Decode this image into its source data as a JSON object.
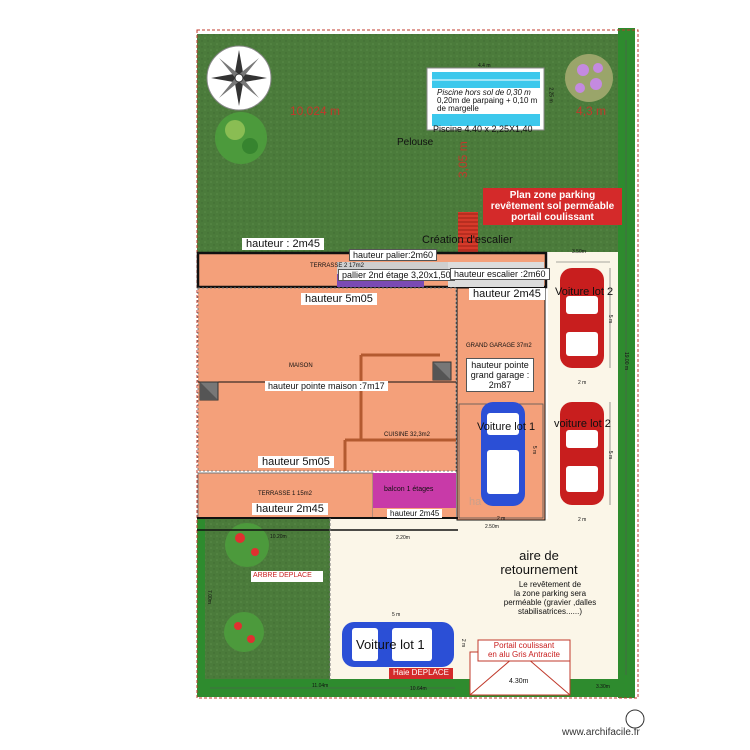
{
  "plan": {
    "pool": {
      "title_line1": "Piscine hors sol de 0,30 m",
      "title_line2": "0,20m de parpaing + 0,10 m",
      "title_line3": "de margelle",
      "size_label": "Piscine 4.40 x 2,25X1,40",
      "dim_width": "4.4 m",
      "dim_height": "2.25 m"
    },
    "lawn_label": "Pelouse",
    "dim_10": "10,024 m",
    "dim_43": "4,3 m",
    "dim_305": "3,05 m",
    "parking_plan": {
      "line1": "Plan zone parking",
      "line2": "revêtement sol perméable",
      "line3": "portail coulissant"
    },
    "stair_creation": "Création d'escalier",
    "terrace2": "TERRASSE 2 17m2",
    "hauteur_2m45_top": "hauteur : 2m45",
    "hauteur_palier": "hauteur palier:2m60",
    "palier_2nd": "pallier 2nd étage 3,20x1,50",
    "hauteur_escalier": "hauteur escalier :2m60",
    "hauteur_5m05_top": "hauteur 5m05",
    "hauteur_2m45_garage": "hauteur 2m45",
    "maison_label": "MAISON",
    "hauteur_pointe_maison": "hauteur pointe maison :7m17",
    "cuisine_label": "CUISINE 32,3m2",
    "grand_garage": "GRAND GARAGE 37m2",
    "hauteur_pointe_garage_1": "hauteur pointe",
    "hauteur_pointe_garage_2": "grand garage :",
    "hauteur_pointe_garage_3": "2m87",
    "voiture_lot1_garage": "Voiture lot 1",
    "voiture_lot2_top": "Voiture lot 2",
    "voiture_lot2_bottom": "voiture lot 2",
    "dim_350": "3.50m",
    "dim_5m_a": "5 m",
    "dim_2m_a": "2 m",
    "dim_5m_b": "5 m",
    "dim_2m_b": "2 m",
    "dim_5m_garage": "5 m",
    "dim_2m_garage": "2 m",
    "hauteur_5m05_bottom": "hauteur 5m05",
    "terrace1": "TERRASSE 1 15m2",
    "balcon": "balcon 1 étages",
    "hauteur_2m45_bottom": "hauteur 2m45",
    "hauteur_2m45_balcon": "hauteur 2m45",
    "faded_ha": "ha",
    "dim_250": "2.50m",
    "dim_1020": "10.20m",
    "dim_220": "2.20m",
    "dim_right_long": "19.00 m",
    "aire_line1": "aire de",
    "aire_line2": "retournement",
    "revetement_1": "Le revêtement de",
    "revetement_2": "la zone parking sera",
    "revetement_3": "perméable (gravier ,dalles",
    "revetement_4": "stabilisatrices......)",
    "arbre_deplace": "ARBRE DEPLACE",
    "dim_700": "7.00m",
    "voiture_lot1_bottom": "Voiture lot 1",
    "dim_5m_car": "5 m",
    "dim_2m_car": "2 m",
    "portail_1": "Portail coulissant",
    "portail_2": "en alu Gris Antracite",
    "haie_deplace": "Haie DEPLACE",
    "dim_1104": "11.04m",
    "dim_1064": "10.64m",
    "dim_430": "4.30m",
    "dim_330": "3.30m",
    "watermark": "www.archifacile.fr"
  },
  "colors": {
    "lawn": "#4a7a3a",
    "hedge": "#2e8b2e",
    "house": "#f4a07a",
    "pool": "#3cc8ec",
    "stairs": "#d63a2a",
    "parking_gravel": "#fbf6e8",
    "balcon": "#c83aa8",
    "palier": "#7a4bb5",
    "car_blue": "#2b4fd6",
    "car_red": "#c81e1e",
    "red_label": "#d42a2a"
  }
}
